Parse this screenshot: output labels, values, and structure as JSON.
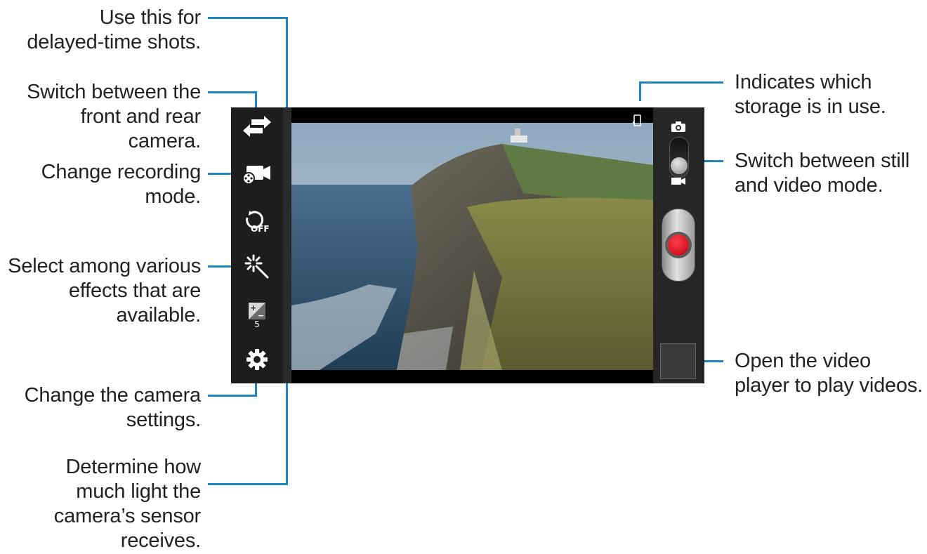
{
  "callouts": {
    "self_timer": "Use this for\ndelayed-time shots.",
    "switch_camera": "Switch between the\nfront and rear\ncamera.",
    "recording_mode": "Change recording\nmode.",
    "effects": "Select among various\neffects that are\navailable.",
    "settings": "Change the camera\nsettings.",
    "exposure": "Determine how\nmuch light the\ncamera’s sensor\nreceives.",
    "storage": "Indicates which\nstorage is in use.",
    "still_video": "Switch between still\nand video mode.",
    "video_player": "Open the video\nplayer to play videos."
  },
  "controls": {
    "self_timer_value": "OFF",
    "exposure_value": "5"
  },
  "colors": {
    "callout_line": "#1d86bf",
    "record_button": "#d9001b"
  },
  "icons": [
    "switch-camera-icon",
    "recording-mode-icon",
    "self-timer-icon",
    "effects-icon",
    "exposure-icon",
    "settings-icon",
    "storage-icon",
    "camera-icon",
    "video-camera-icon",
    "record-icon"
  ]
}
